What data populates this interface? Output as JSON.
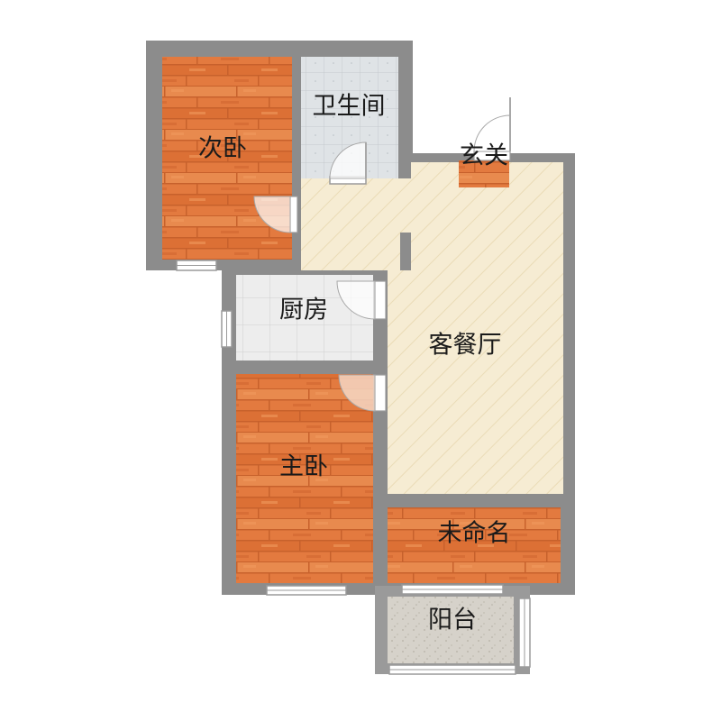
{
  "floor_plan": {
    "rooms": {
      "second_bedroom": {
        "label": "次卧"
      },
      "bathroom": {
        "label": "卫生间"
      },
      "entrance": {
        "label": "玄关"
      },
      "kitchen": {
        "label": "厨房"
      },
      "living_dining": {
        "label": "客餐厅"
      },
      "master_bedroom": {
        "label": "主卧"
      },
      "unnamed_room": {
        "label": "未命名"
      },
      "balcony": {
        "label": "阳台"
      }
    },
    "colors": {
      "wall": "#8c8c8c",
      "wood": "#e2773e",
      "wood_dark": "#c55f2a",
      "tile": "#d9dde0",
      "hall": "#f6ecd2",
      "balcony": "#d4d1c9",
      "window": "#ffffff"
    }
  }
}
